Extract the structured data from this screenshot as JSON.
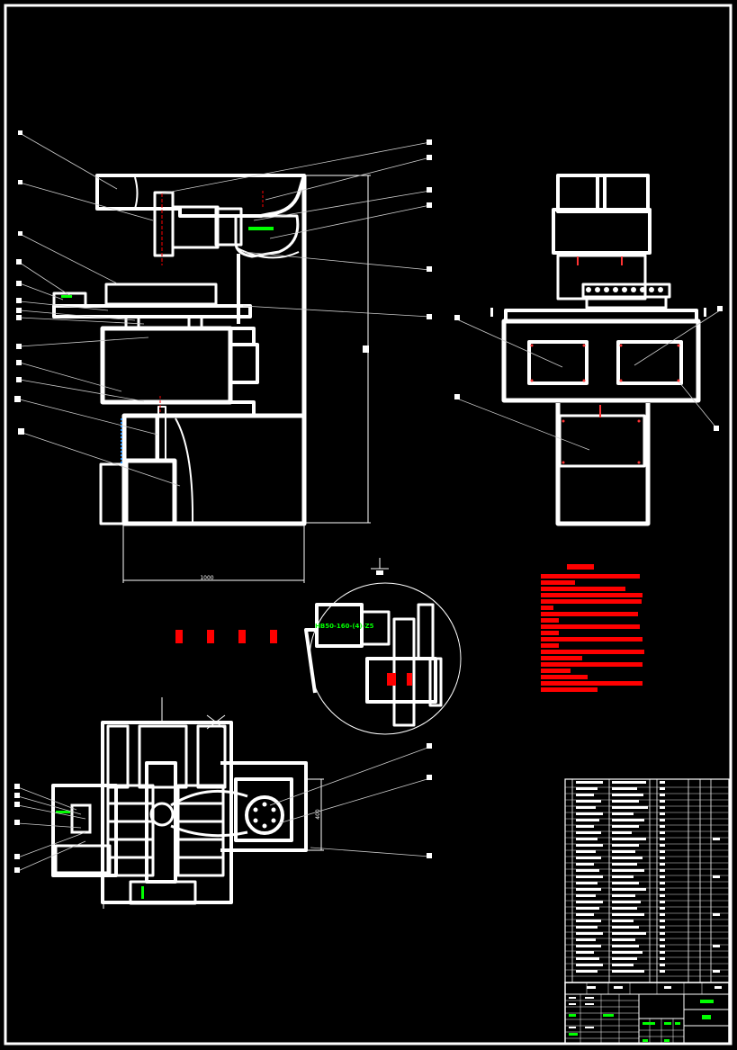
{
  "drawing": {
    "dimension_width_front": "1000",
    "dimension_width_top": "400",
    "detail_label": "I",
    "detail_part_code": "HB50-160-(4)-Z5"
  },
  "colors": {
    "background": "#000000",
    "linework": "#ffffff",
    "leader": "#cccccc",
    "annotation_red": "#ff0000",
    "highlight_green": "#00ff00",
    "blue_marker": "#3399ff"
  }
}
